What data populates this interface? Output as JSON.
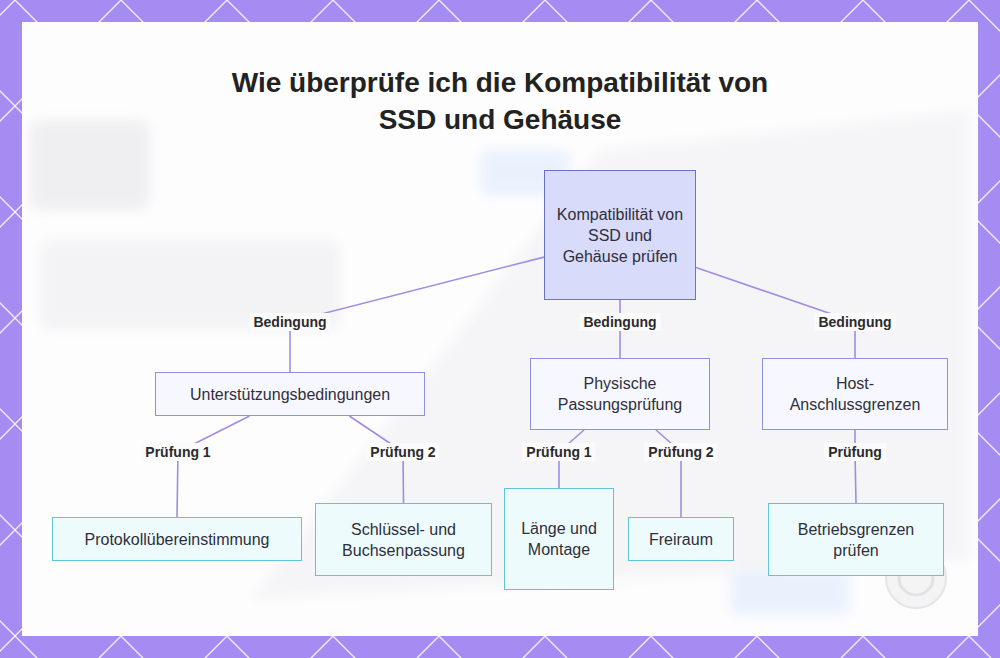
{
  "diagram": {
    "title": "Wie überprüfe ich die Kompatibilität von SSD und Gehäuse",
    "nodes": [
      {
        "text": [
          "Kompatibilität von SSD und Gehäuse prüfen"
        ]
      },
      {
        "text": [
          "Unterstützungsbedingungen"
        ]
      },
      {
        "text": [
          "Physische Passungsprüfung"
        ]
      },
      {
        "text": [
          "Host-Anschlussgrenzen"
        ]
      },
      {
        "text": [
          "Protokollübereinstimmung"
        ]
      },
      {
        "text": [
          "Schlüssel- und Buchsenpassung"
        ]
      },
      {
        "text": [
          "Länge und Montage"
        ]
      },
      {
        "text": [
          "Freiraum"
        ]
      },
      {
        "text": [
          "Betriebsgrenzen prüfen"
        ]
      }
    ],
    "edges": [
      {
        "from": 0,
        "to": 1,
        "label": "Bedingung",
        "arrow": "none"
      },
      {
        "from": 0,
        "to": 2,
        "label": "Bedingung",
        "arrow": "none"
      },
      {
        "from": 0,
        "to": 3,
        "label": "Bedingung",
        "arrow": "none"
      },
      {
        "from": 1,
        "to": 4,
        "label": "Prüfung 1",
        "arrow": "none"
      },
      {
        "from": 1,
        "to": 5,
        "label": "Prüfung 2",
        "arrow": "none"
      },
      {
        "from": 2,
        "to": 6,
        "label": "Prüfung 1",
        "arrow": "none"
      },
      {
        "from": 2,
        "to": 7,
        "label": "Prüfung 2",
        "arrow": "none"
      },
      {
        "from": 3,
        "to": 8,
        "label": "Prüfung",
        "arrow": "none"
      }
    ]
  }
}
